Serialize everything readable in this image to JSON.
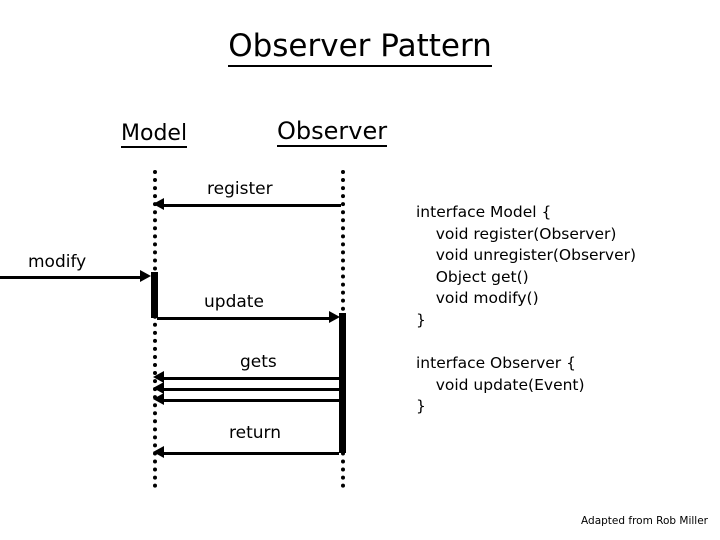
{
  "slide": {
    "title": "Observer Pattern",
    "footer": "Adapted from Rob Miller"
  },
  "diagram": {
    "type": "uml-sequence-diagram",
    "lifelines": [
      {
        "id": "model",
        "label": "Model"
      },
      {
        "id": "observer",
        "label": "Observer"
      }
    ],
    "messages": [
      {
        "id": "register",
        "label": "register",
        "from": "observer",
        "to": "model",
        "direction": "left"
      },
      {
        "id": "modify",
        "label": "modify",
        "from": "external",
        "to": "model",
        "direction": "right"
      },
      {
        "id": "update",
        "label": "update",
        "from": "model",
        "to": "observer",
        "direction": "right"
      },
      {
        "id": "gets",
        "label": "gets",
        "from": "observer",
        "to": "model",
        "direction": "left"
      },
      {
        "id": "return",
        "label": "return",
        "from": "observer",
        "to": "model",
        "direction": "left"
      }
    ]
  },
  "code": {
    "model": "interface Model {\n    void register(Observer)\n    void unregister(Observer)\n    Object get()\n    void modify()\n}",
    "observer": "interface Observer {\n    void update(Event)\n}"
  }
}
